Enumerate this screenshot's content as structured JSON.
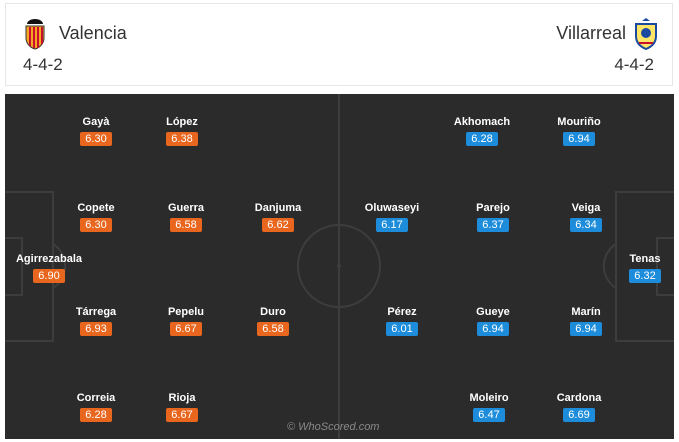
{
  "home": {
    "name": "Valencia",
    "formation": "4-4-2",
    "colors": {
      "rating_bg": "#e8661d"
    },
    "players": [
      {
        "name": "Gayà",
        "rating": "6.30"
      },
      {
        "name": "López",
        "rating": "6.38"
      },
      {
        "name": "Copete",
        "rating": "6.30"
      },
      {
        "name": "Guerra",
        "rating": "6.58"
      },
      {
        "name": "Danjuma",
        "rating": "6.62"
      },
      {
        "name": "Agirrezabala",
        "rating": "6.90"
      },
      {
        "name": "Tárrega",
        "rating": "6.93"
      },
      {
        "name": "Pepelu",
        "rating": "6.67"
      },
      {
        "name": "Duro",
        "rating": "6.58"
      },
      {
        "name": "Correia",
        "rating": "6.28"
      },
      {
        "name": "Rioja",
        "rating": "6.67"
      }
    ]
  },
  "away": {
    "name": "Villarreal",
    "formation": "4-4-2",
    "colors": {
      "rating_bg": "#1d8ddb"
    },
    "players": [
      {
        "name": "Akhomach",
        "rating": "6.28"
      },
      {
        "name": "Mouriño",
        "rating": "6.94"
      },
      {
        "name": "Oluwaseyi",
        "rating": "6.17"
      },
      {
        "name": "Parejo",
        "rating": "6.37"
      },
      {
        "name": "Veiga",
        "rating": "6.34"
      },
      {
        "name": "Tenas",
        "rating": "6.32"
      },
      {
        "name": "Pérez",
        "rating": "6.01"
      },
      {
        "name": "Gueye",
        "rating": "6.94"
      },
      {
        "name": "Marín",
        "rating": "6.94"
      },
      {
        "name": "Moleiro",
        "rating": "6.47"
      },
      {
        "name": "Cardona",
        "rating": "6.69"
      }
    ]
  },
  "watermark": "© WhoScored.com"
}
